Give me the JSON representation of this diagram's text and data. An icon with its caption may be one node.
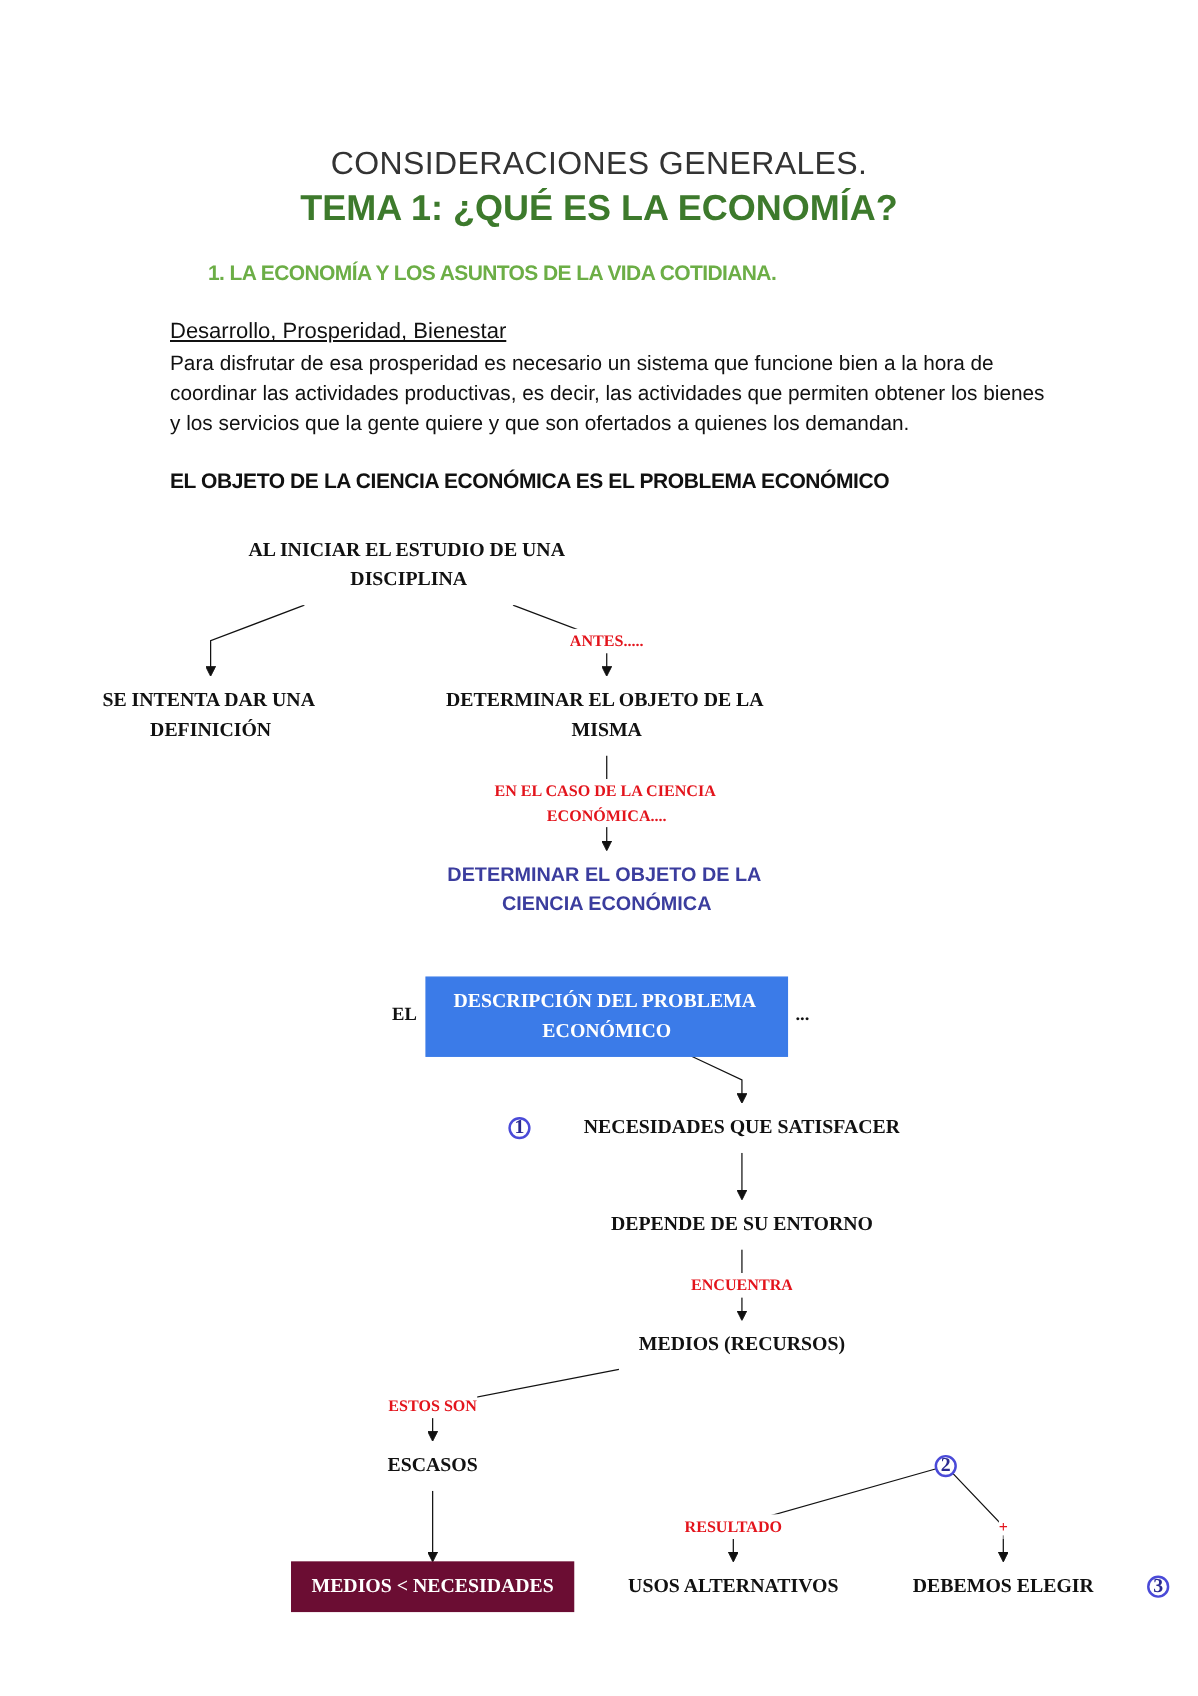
{
  "diagram": {
    "title": "CONSIDERACIONES GENERALES.",
    "nodes": [
      {
        "text": [
          "AL INICIAR EL ESTUDIO DE UNA DISCIPLINA"
        ]
      },
      {
        "text": [
          "SE INTENTA DAR UNA DEFINICIÓN"
        ]
      },
      {
        "text": [
          "DETERMINAR EL OBJETO DE LA MISMA"
        ]
      },
      {
        "text": [
          "DETERMINAR EL OBJETO DE LA CIENCIA ECONÓMICA"
        ]
      },
      {
        "text": [
          "DESCRIPCIÓN DEL PROBLEMA ECONÓMICO"
        ],
        "beside": [
          "EL",
          "..."
        ]
      },
      {
        "text": [
          "1"
        ]
      },
      {
        "text": [
          "NECESIDADES QUE SATISFACER"
        ]
      },
      {
        "text": [
          "DEPENDE DE SU ENTORNO"
        ]
      },
      {
        "text": [
          "MEDIOS (RECURSOS)"
        ]
      },
      {
        "text": [
          "ESCASOS"
        ]
      },
      {
        "text": [
          "2"
        ]
      },
      {
        "text": [
          "MEDIOS < NECESIDADES"
        ]
      },
      {
        "text": [
          "USOS ALTERNATIVOS"
        ]
      },
      {
        "text": [
          "3"
        ]
      },
      {
        "text": [
          "DEBEMOS ELEGIR"
        ]
      }
    ],
    "edges": [
      {
        "from": 0,
        "to": 1,
        "arrow": "to"
      },
      {
        "from": 0,
        "to": 2,
        "arrow": "to",
        "label": "ANTES....."
      },
      {
        "from": 2,
        "to": 3,
        "arrow": "to",
        "label": "EN EL CASO DE LA CIENCIA ECONÓMICA...."
      },
      {
        "from": 4,
        "to": 6,
        "arrow": "to"
      },
      {
        "from": 6,
        "to": 7,
        "arrow": "to"
      },
      {
        "from": 7,
        "to": 8,
        "arrow": "to",
        "label": "ENCUENTRA"
      },
      {
        "from": 8,
        "to": 9,
        "arrow": "to",
        "label": "ESTOS SON"
      },
      {
        "from": 9,
        "to": 11,
        "arrow": "to"
      },
      {
        "from": 10,
        "to": 12,
        "arrow": "to",
        "label": "RESULTADO"
      },
      {
        "from": 10,
        "to": 14,
        "arrow": "to",
        "label": "+"
      }
    ],
    "labels": [
      "TEMA 1: ¿QUÉ ES LA ECONOMÍA?",
      "1. LA ECONOMÍA Y LOS ASUNTOS DE LA VIDA COTIDIANA.",
      "Desarrollo, Prosperidad, Bienestar",
      "Para disfrutar de esa prosperidad es necesario un sistema que funcione bien a la hora de coordinar las actividades productivas, es decir, las actividades que permiten obtener los bienes y los servicios que la gente quiere y que son ofertados a quienes los demandan.",
      "EL OBJETO DE LA CIENCIA ECONÓMICA ES EL PROBLEMA ECONÓMICO"
    ]
  }
}
